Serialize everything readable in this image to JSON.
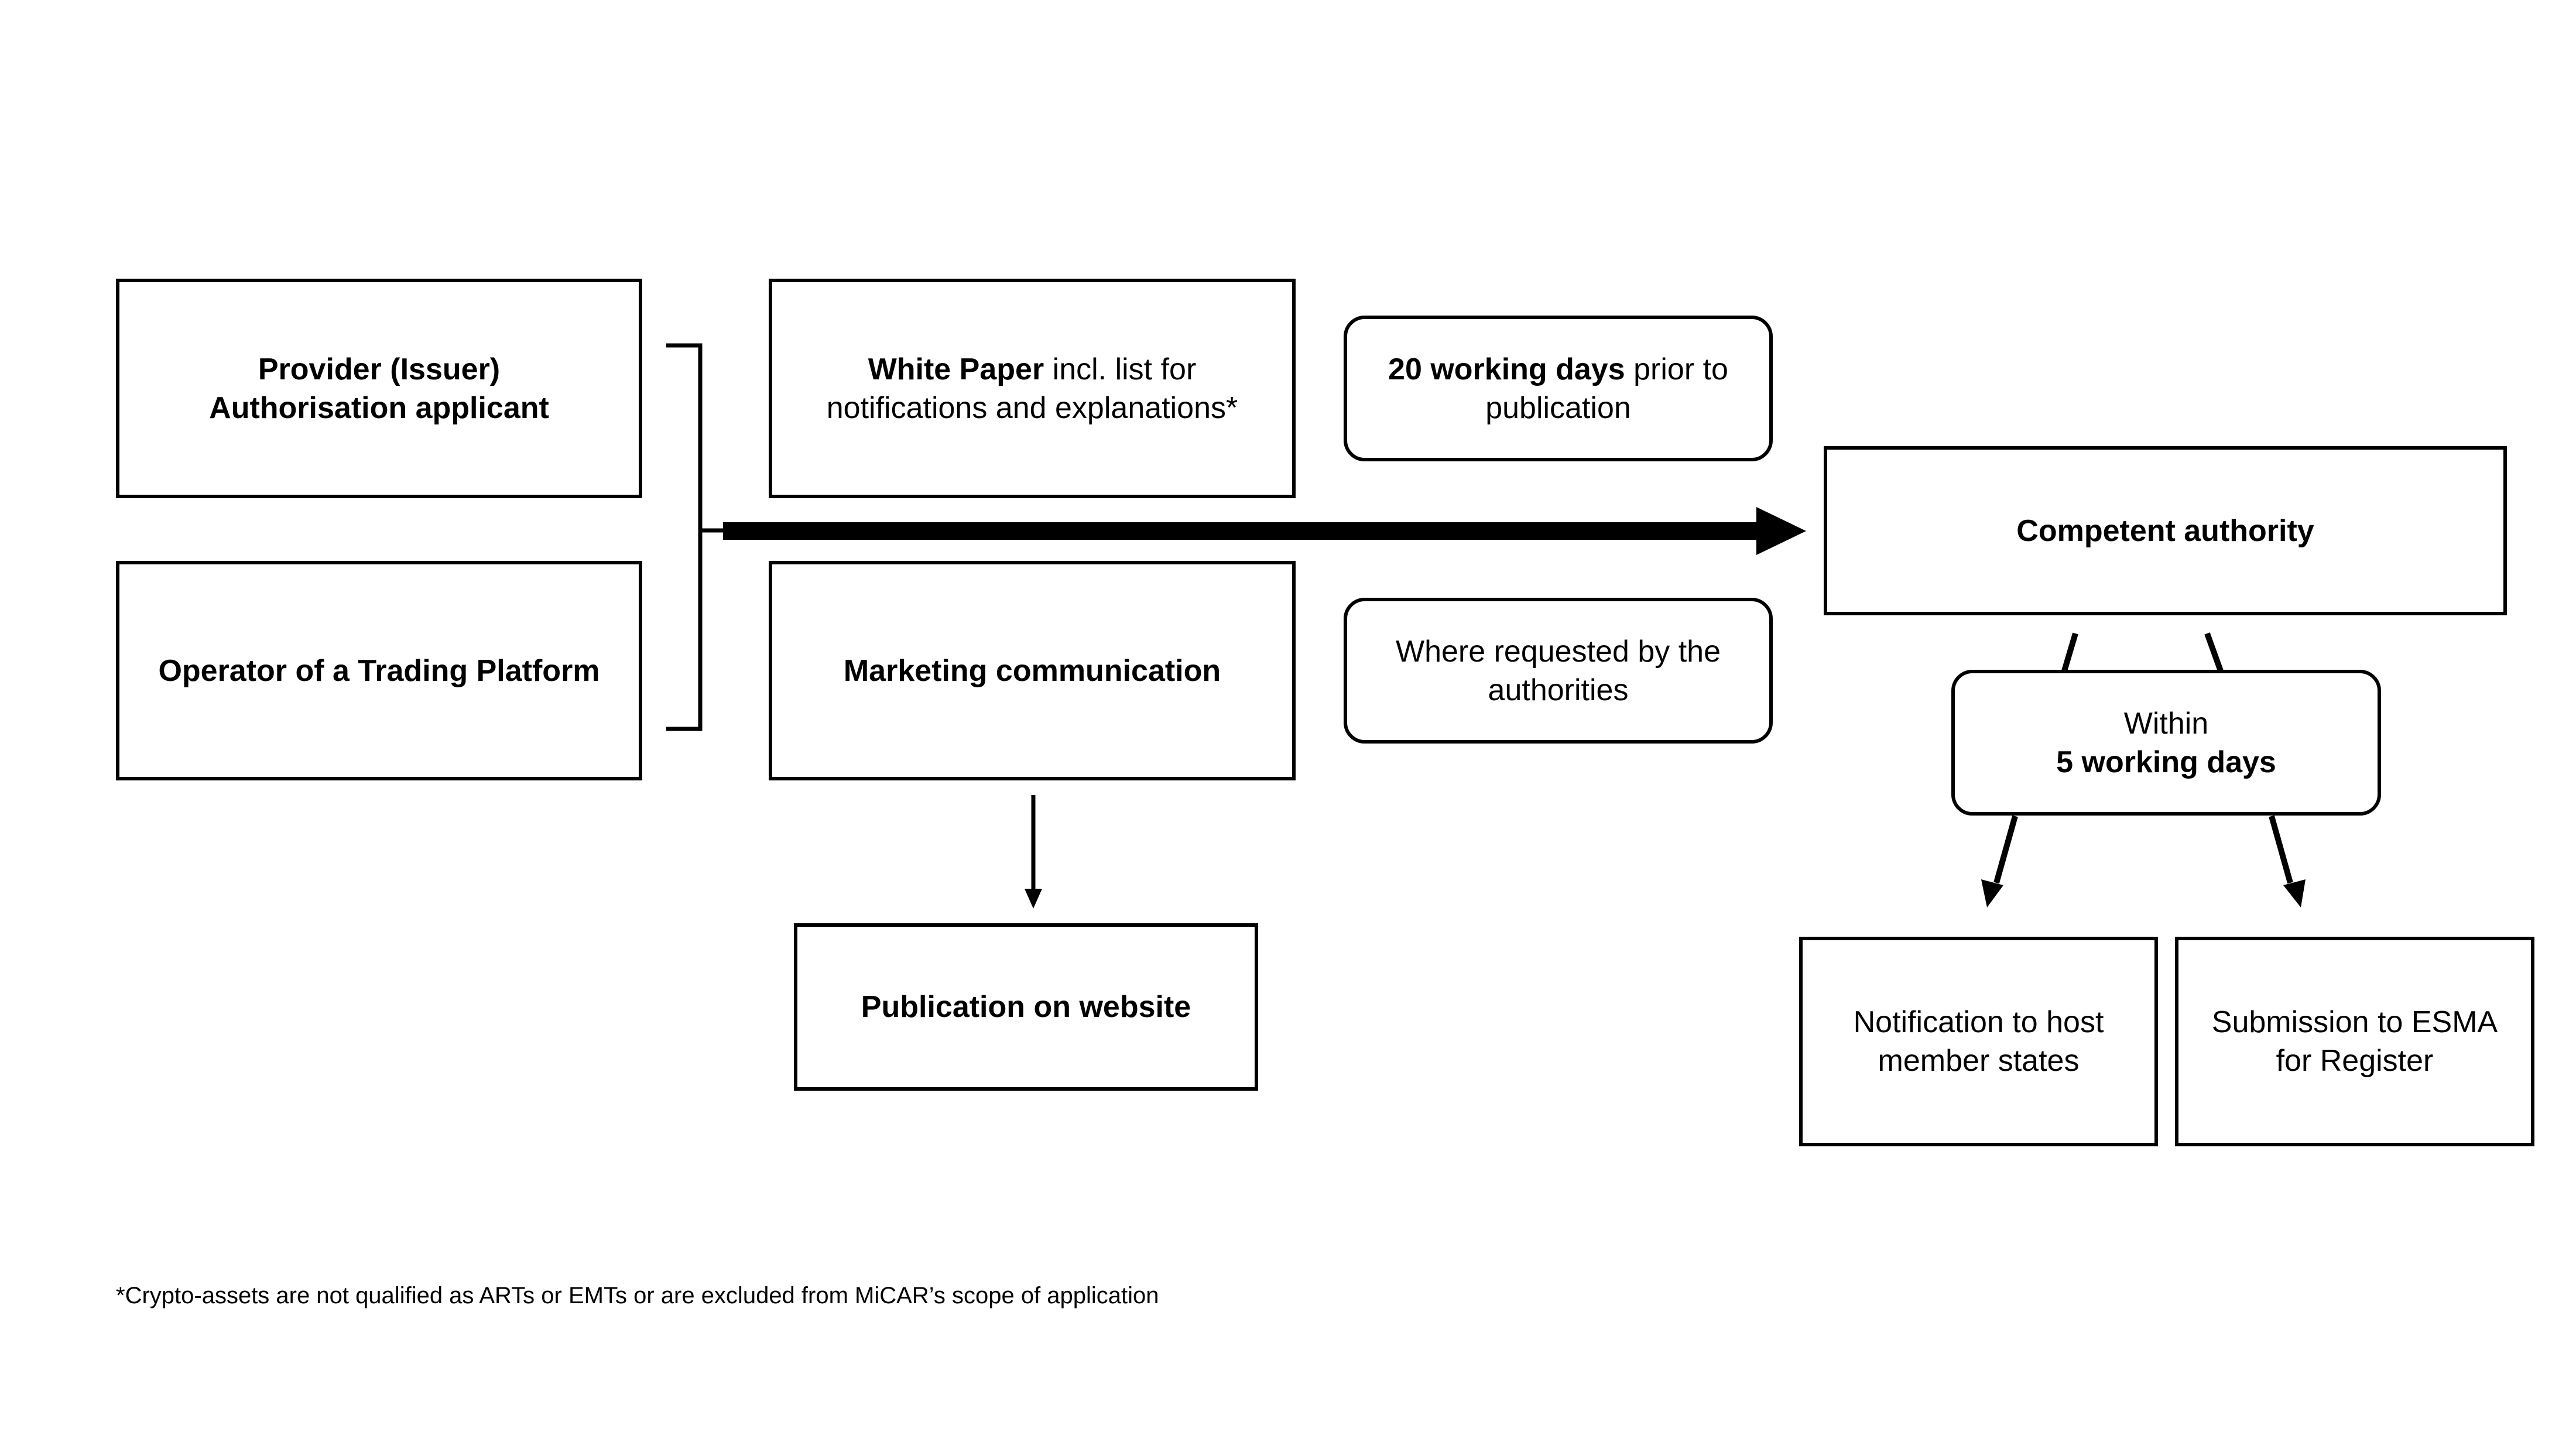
{
  "nodes": {
    "provider": {
      "line1": "Provider (Issuer)",
      "line2": "Authorisation applicant"
    },
    "operator": {
      "label": "Operator of a Trading Platform"
    },
    "white_paper": {
      "bold": "White Paper",
      "rest1": " incl. list for",
      "line2": "notifications and explanations*"
    },
    "marketing": {
      "label": "Marketing communication"
    },
    "publication": {
      "label": "Publication on website"
    },
    "deadline_20": {
      "bold": "20 working days",
      "rest1": " prior to",
      "line2": "publication"
    },
    "requested": {
      "line1": "Where requested by the",
      "line2": "authorities"
    },
    "competent_authority": {
      "label": "Competent authority"
    },
    "within": {
      "line1": "Within",
      "line2": "5 working days"
    },
    "notification": {
      "line1": "Notification to host",
      "line2": "member states"
    },
    "submission": {
      "line1": "Submission to ESMA",
      "line2": "for Register"
    }
  },
  "footnote": "*Crypto-assets are not qualified as ARTs or EMTs or are excluded from MiCAR’s scope of application"
}
